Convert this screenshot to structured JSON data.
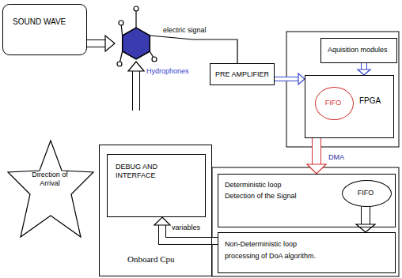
{
  "diagram": {
    "nodes": [
      {
        "text": [
          "SOUND WAVE"
        ]
      },
      {
        "text": [
          "Hydrophones"
        ]
      },
      {
        "text": [
          "PRE AMPLIFIER"
        ]
      },
      {
        "text": [
          "Aquisition modules"
        ]
      },
      {
        "text": [
          "FPGA"
        ]
      },
      {
        "text": [
          "FIFO"
        ],
        "in": 4
      },
      {
        "text": [
          "Direction of Arrival"
        ]
      },
      {
        "text": [
          "Onboard Cpu"
        ]
      },
      {
        "text": [
          "DEBUG AND INTERFACE"
        ],
        "in": 7
      },
      {
        "text": [
          "Deterministic loop",
          "Detection of the Signal"
        ]
      },
      {
        "text": [
          "FIFO"
        ],
        "in": 9
      },
      {
        "text": [
          "Non-Deterministic loop",
          "processing of DoA algorithm."
        ]
      }
    ],
    "edges": [
      {
        "from": 0,
        "to": 1,
        "arrow": "to"
      },
      {
        "from": 1,
        "to": 2,
        "label": "electric signal",
        "arrow": "none"
      },
      {
        "from": 2,
        "to": 4,
        "arrow": "to"
      },
      {
        "from": 3,
        "to": 4,
        "arrow": "to"
      },
      {
        "from": 4,
        "to": 9,
        "label": "DMA",
        "arrow": "to"
      },
      {
        "from": 10,
        "to": 11,
        "arrow": "to"
      },
      {
        "from": 11,
        "to": 8,
        "label": "variables",
        "arrow": "to"
      }
    ]
  }
}
